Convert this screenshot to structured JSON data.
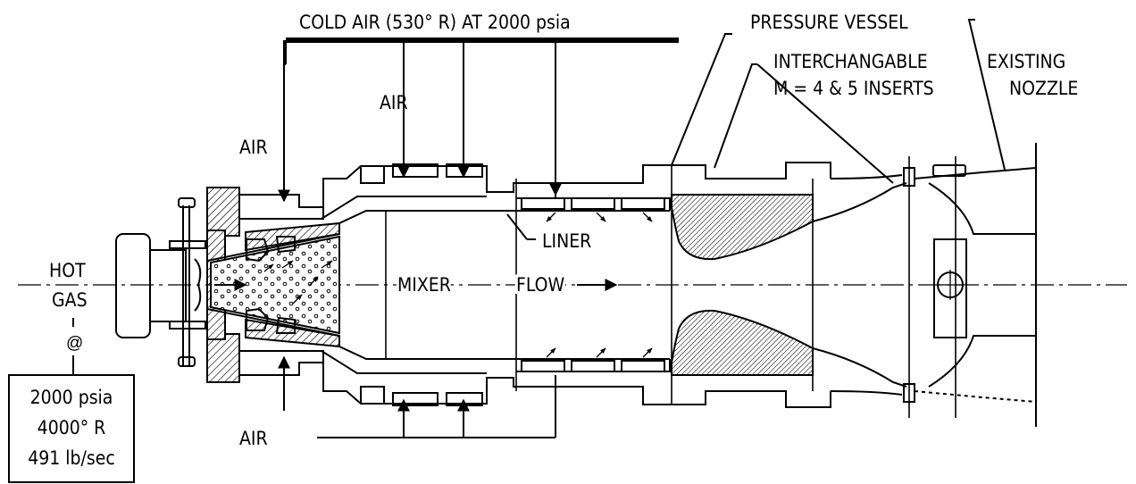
{
  "labels": {
    "cold_air": "COLD AIR (530° R) AT 2000 psia",
    "pressure_vessel": "PRESSURE VESSEL",
    "interchangable_line1": "INTERCHANGABLE",
    "interchangable_line2": "M = 4 & 5 INSERTS",
    "existing_line1": "EXISTING",
    "existing_line2": "NOZZLE",
    "air_top_center": "AIR",
    "air_top_left": "AIR",
    "air_bottom": "AIR",
    "liner": "LINER",
    "hot": "HOT",
    "gas": "GAS",
    "at_symbol": "@",
    "mixer": "MIXER",
    "flow": "FLOW"
  },
  "conditions": {
    "pressure": "2000 psia",
    "temperature": "4000° R",
    "mass_flow": "491 lb/sec"
  }
}
